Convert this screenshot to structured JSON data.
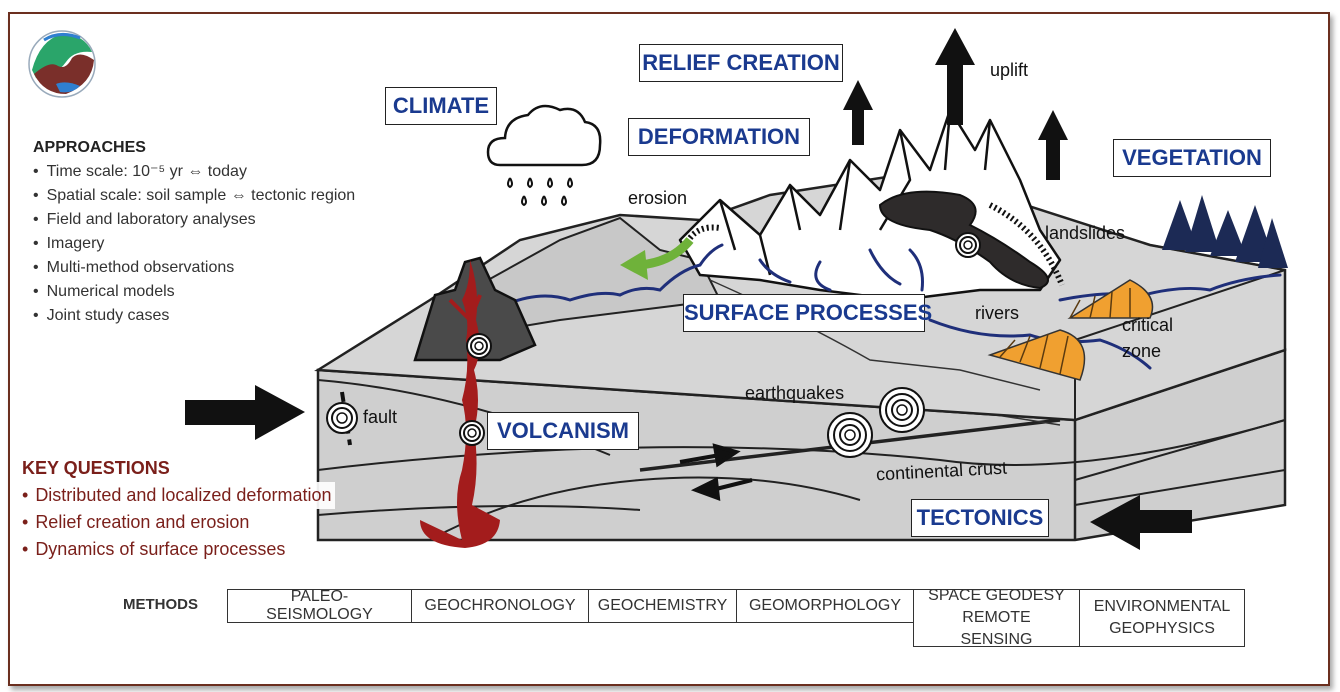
{
  "colors": {
    "frame": "#6b2f1f",
    "label_blue": "#1a3a8f",
    "key_questions": "#7a1f1a",
    "magma": "#a31c1c",
    "river": "#1f2f7a",
    "fan": "#f0a030",
    "vegetation": "#1c2a55",
    "erosion_arrow": "#6fb23a",
    "block": "#cfcfcf"
  },
  "logo": {
    "icon": "geoscience-logo-icon"
  },
  "approaches": {
    "title": "APPROACHES",
    "items": [
      "Time scale: 10⁻⁵ yr ⇔ today",
      "Spatial scale: soil sample ⇔ tectonic region",
      "Field and laboratory analyses",
      "Imagery",
      "Multi-method observations",
      "Numerical models",
      "Joint study cases"
    ]
  },
  "key_questions": {
    "title": "KEY QUESTIONS",
    "items": [
      "Distributed and localized deformation",
      "Relief creation and erosion",
      "Dynamics of surface processes"
    ]
  },
  "boxes": {
    "climate": "CLIMATE",
    "relief_creation": "RELIEF CREATION",
    "deformation": "DEFORMATION",
    "vegetation": "VEGETATION",
    "surface_processes": "SURFACE PROCESSES",
    "volcanism": "VOLCANISM",
    "tectonics": "TECTONICS"
  },
  "labels": {
    "uplift": "uplift",
    "erosion": "erosion",
    "landslides": "landslides",
    "rivers": "rivers",
    "critical": "critical",
    "zone": "zone",
    "earthquakes": "earthquakes",
    "fault": "fault",
    "continental_crust": "continental crust"
  },
  "methods": {
    "label": "METHODS",
    "items": [
      {
        "lines": [
          "PALEO-SEISMOLOGY"
        ]
      },
      {
        "lines": [
          "GEOCHRONOLOGY"
        ]
      },
      {
        "lines": [
          "GEOCHEMISTRY"
        ]
      },
      {
        "lines": [
          "GEOMORPHOLOGY"
        ]
      },
      {
        "lines": [
          "SPACE GEODESY",
          "REMOTE SENSING"
        ]
      },
      {
        "lines": [
          "ENVIRONMENTAL",
          "GEOPHYSICS"
        ]
      }
    ]
  }
}
